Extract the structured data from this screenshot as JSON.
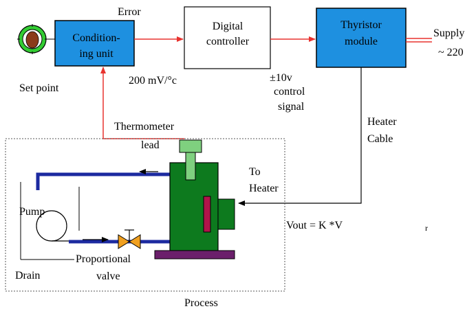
{
  "blocks": {
    "conditioning_line1": "Condition-",
    "conditioning_line2": "ing unit",
    "controller_line1": "Digital",
    "controller_line2": "controller",
    "thyristor_line1": "Thyristor",
    "thyristor_line2": "module"
  },
  "labels": {
    "error": "Error",
    "set_point": "Set point",
    "sensitivity": "200 mV/°c",
    "control_signal_line1": "±10v",
    "control_signal_line2": "control",
    "control_signal_line3": "signal",
    "supply_line1": "Supply",
    "supply_line2": "~ 220",
    "thermometer_line1": "Thermometer",
    "thermometer_line2": "lead",
    "heater_cable_line1": "Heater",
    "heater_cable_line2": "Cable",
    "to_heater_line1": "To",
    "to_heater_line2": "Heater",
    "pump": "Pump",
    "drain": "Drain",
    "valve_line1": "Proportional",
    "valve_line2": "valve",
    "process": "Process",
    "vout_formula": "Vout =   K *V",
    "stray_mark": "r"
  },
  "colors": {
    "block_blue": "#1e90e0",
    "signal_red": "#e8322e",
    "pipe_navy": "#1c2aa0",
    "tank_green": "#0d7a1e",
    "base_purple": "#6b1f6b",
    "fitting_lightgreen": "#7fd07f",
    "heater_crimson": "#b0154a",
    "setpoint_green": "#33cc33",
    "setpoint_brown": "#8b3a1a"
  }
}
